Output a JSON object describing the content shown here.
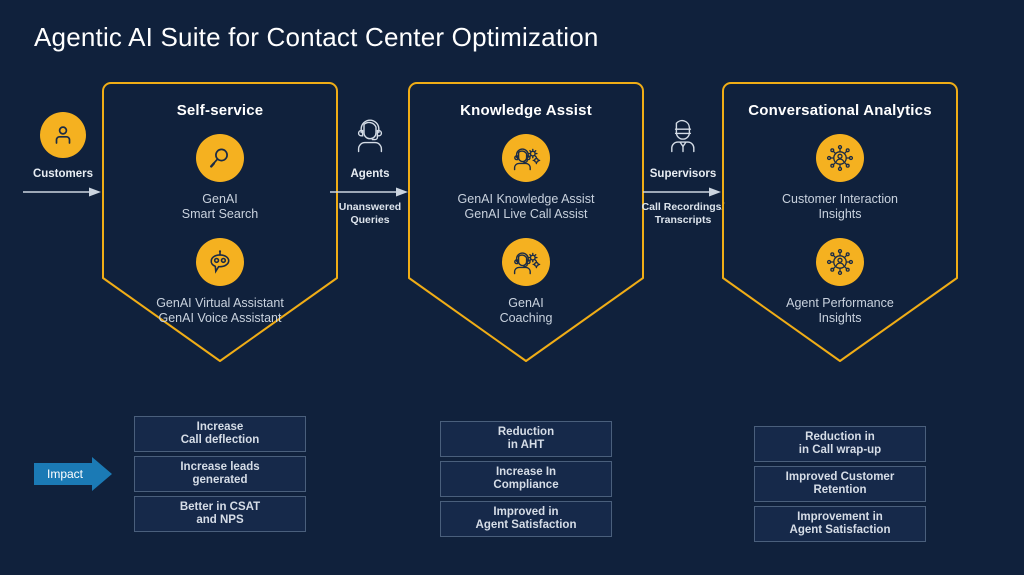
{
  "header": {
    "title": "Agentic AI Suite for Contact Center Optimization"
  },
  "theme": {
    "background": "#10213c",
    "accent_amber": "#f5b120",
    "panel_fill": "#16294a",
    "impact_blue": "#1b7ab5",
    "text_primary": "#ffffff",
    "text_muted": "#c9d2de"
  },
  "actors": [
    {
      "name": "Customers",
      "caption": "",
      "icon": "person-avatar-icon",
      "arrow": "arrow-right-icon"
    },
    {
      "name": "Agents",
      "caption": "Unanswered\nQueries",
      "icon": "agent-headset-icon",
      "arrow": "arrow-right-icon"
    },
    {
      "name": "Supervisors",
      "caption": "Call Recordings/\nTranscripts",
      "icon": "supervisor-icon",
      "arrow": "arrow-right-icon"
    }
  ],
  "pillars": [
    {
      "title": "Self-service",
      "features": [
        {
          "icon": "magnifier-icon",
          "label": "GenAI\nSmart Search"
        },
        {
          "icon": "chatbot-icon",
          "label": "GenAI Virtual Assistant\nGenAI Voice Assistant"
        }
      ]
    },
    {
      "title": "Knowledge Assist",
      "features": [
        {
          "icon": "agent-gears-icon",
          "label": "GenAI Knowledge Assist\nGenAI Live Call Assist"
        },
        {
          "icon": "agent-gears-icon",
          "label": "GenAI\nCoaching"
        }
      ]
    },
    {
      "title": "Conversational Analytics",
      "features": [
        {
          "icon": "insights-network-icon",
          "label": "Customer Interaction\nInsights"
        },
        {
          "icon": "insights-network-icon",
          "label": "Agent Performance\nInsights"
        }
      ]
    }
  ],
  "impact": {
    "tag_label": "Impact",
    "columns": [
      {
        "boxes": [
          "Increase\nCall deflection",
          "Increase leads\ngenerated",
          "Better in CSAT\nand NPS"
        ]
      },
      {
        "boxes": [
          "Reduction\nin AHT",
          "Increase In\nCompliance",
          "Improved in\nAgent Satisfaction"
        ]
      },
      {
        "boxes": [
          "Reduction in\nin Call wrap-up",
          "Improved Customer\nRetention",
          "Improvement in\nAgent Satisfaction"
        ]
      }
    ]
  }
}
